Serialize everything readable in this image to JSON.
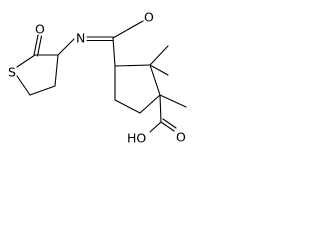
{
  "molecule": {
    "atoms": {
      "ring_oxygen": "O",
      "ring_sulfur": "S",
      "amide_nitrogen": "N",
      "amide_oxygen": "O",
      "acid_hydroxyl": "HO",
      "acid_oxygen": "O"
    }
  }
}
